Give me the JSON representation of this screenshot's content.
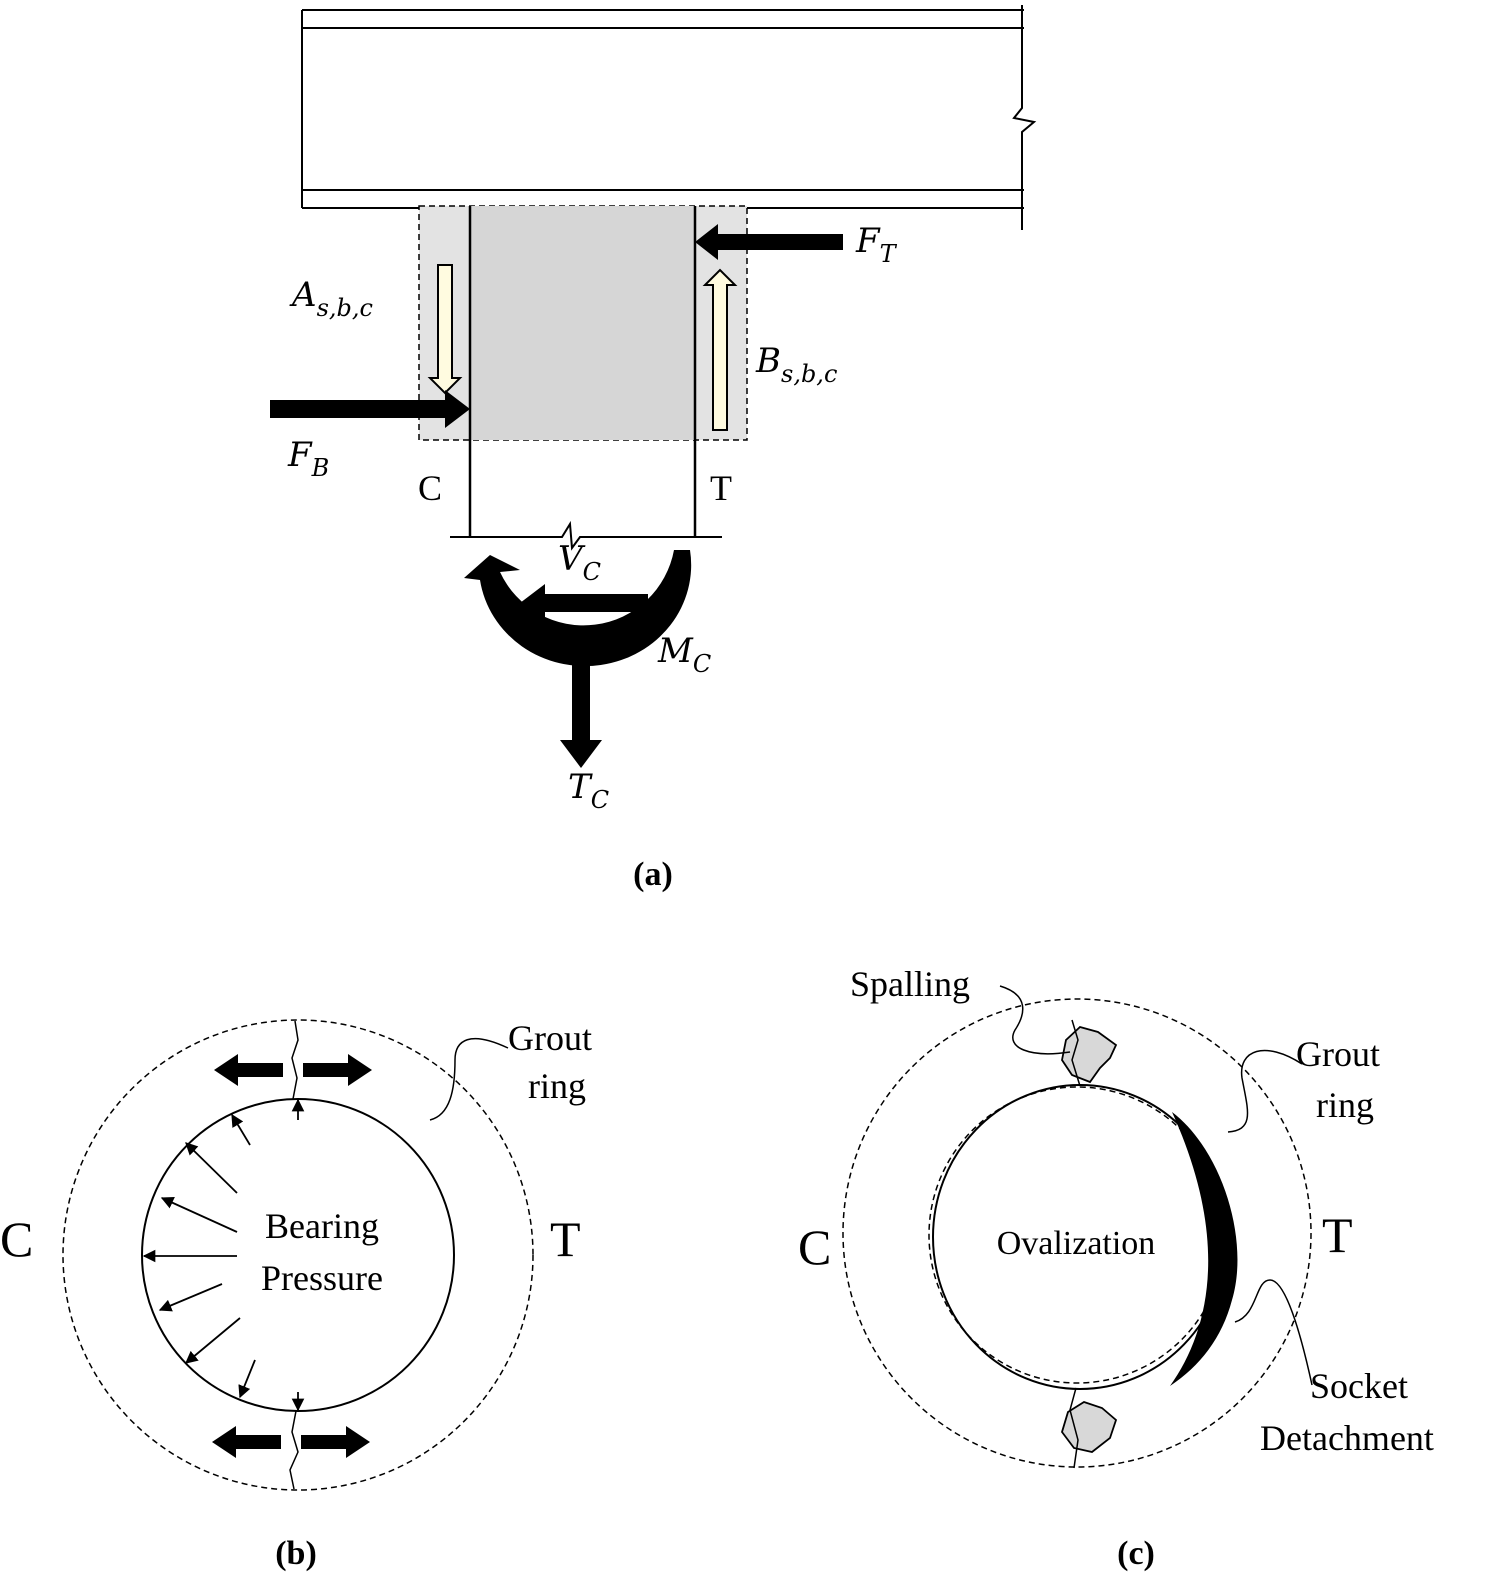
{
  "panel_a": {
    "caption": "(a)",
    "labels": {
      "ft_main": "F",
      "ft_sub": "T",
      "fb_main": "F",
      "fb_sub": "B",
      "as_main": "A",
      "as_sub": "s,b,c",
      "bs_main": "B",
      "bs_sub": "s,b,c",
      "c_side": "C",
      "t_side": "T",
      "vc_main": "V",
      "vc_sub": "C",
      "mc_main": "M",
      "mc_sub": "C",
      "tc_main": "T",
      "tc_sub": "C"
    }
  },
  "panel_b": {
    "caption": "(b)",
    "labels": {
      "grout_line1": "Grout",
      "grout_line2": "ring",
      "bearing_line1": "Bearing",
      "bearing_line2": "Pressure",
      "c_side": "C",
      "t_side": "T"
    }
  },
  "panel_c": {
    "caption": "(c)",
    "labels": {
      "spalling": "Spalling",
      "grout_line1": "Grout",
      "grout_line2": "ring",
      "ovalization": "Ovalization",
      "socket_line1": "Socket",
      "socket_line2": "Detachment",
      "c_side": "C",
      "t_side": "T"
    }
  },
  "colors": {
    "shaded_region": "#e3e3e3",
    "small_arrow_fill": "#fffbe0",
    "ink": "#000000"
  }
}
